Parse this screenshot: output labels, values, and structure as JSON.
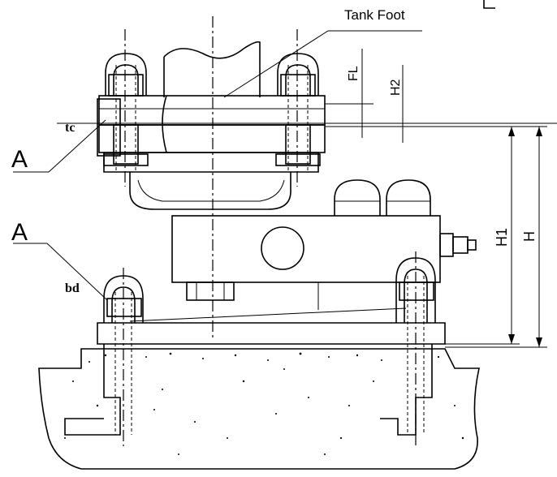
{
  "labels": {
    "tank_foot": "Tank Foot",
    "fl": "FL",
    "h2": "H2",
    "h1": "H1",
    "h": "H",
    "tc": "tc",
    "bd": "bd",
    "a_top": "A",
    "a_bottom": "A"
  },
  "colors": {
    "line": "#000000",
    "background": "#ffffff"
  }
}
